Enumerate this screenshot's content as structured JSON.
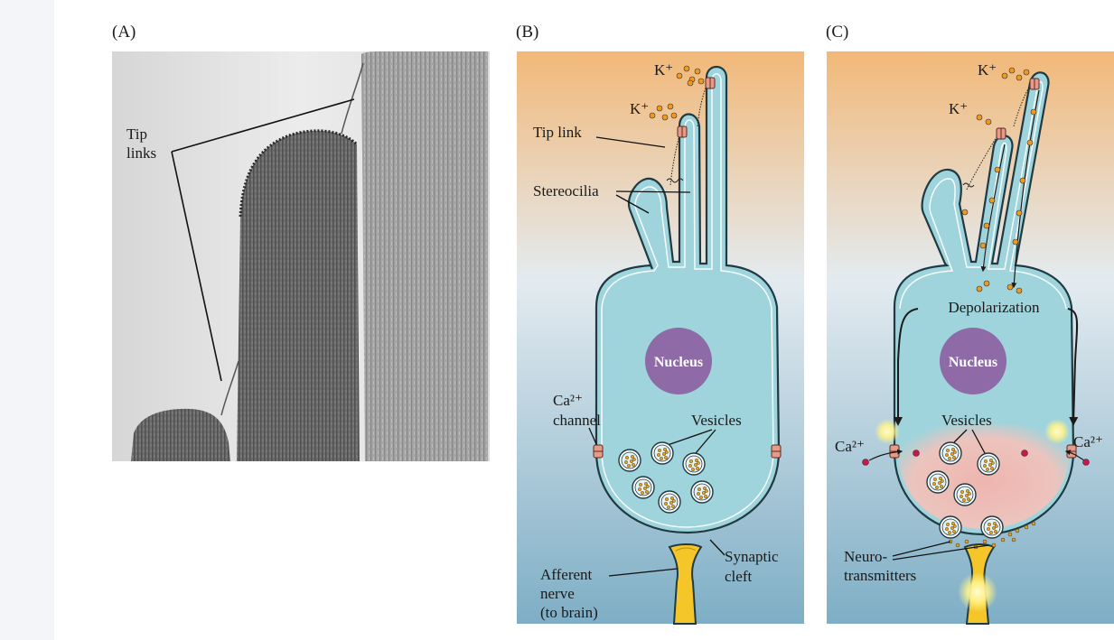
{
  "panels": {
    "a": {
      "label": "(A)",
      "tip_links_line1": "Tip",
      "tip_links_line2": "links"
    },
    "b": {
      "label": "(B)",
      "k_ion_top": "K⁺",
      "k_ion_mid": "K⁺",
      "tip_link": "Tip link",
      "stereocilia": "Stereocilia",
      "nucleus": "Nucleus",
      "ca_channel_line1": "Ca²⁺",
      "ca_channel_line2": "channel",
      "vesicles": "Vesicles",
      "synaptic_cleft_line1": "Synaptic",
      "synaptic_cleft_line2": "cleft",
      "afferent_line1": "Afferent",
      "afferent_line2": "nerve",
      "afferent_line3": "(to brain)"
    },
    "c": {
      "label": "(C)",
      "k_ion_top": "K⁺",
      "k_ion_mid": "K⁺",
      "depolarization": "Depolarization",
      "nucleus": "Nucleus",
      "vesicles": "Vesicles",
      "ca_left": "Ca²⁺",
      "ca_right": "Ca²⁺",
      "neuro_line1": "Neuro-",
      "neuro_line2": "transmitters"
    }
  },
  "colors": {
    "sidebar": "#f3f5f9",
    "bg_top": "#f2b878",
    "bg_mid": "#e3ebf0",
    "bg_bottom": "#7eaec5",
    "cell": "#9fd4dc",
    "cell_outline": "#1f3a42",
    "nucleus": "#8e6aa6",
    "nerve": "#f4c62a",
    "ion_k": "#ef9a1f",
    "ion_ca": "#c9174a",
    "depolarized_zone": "#f6b4ad"
  }
}
